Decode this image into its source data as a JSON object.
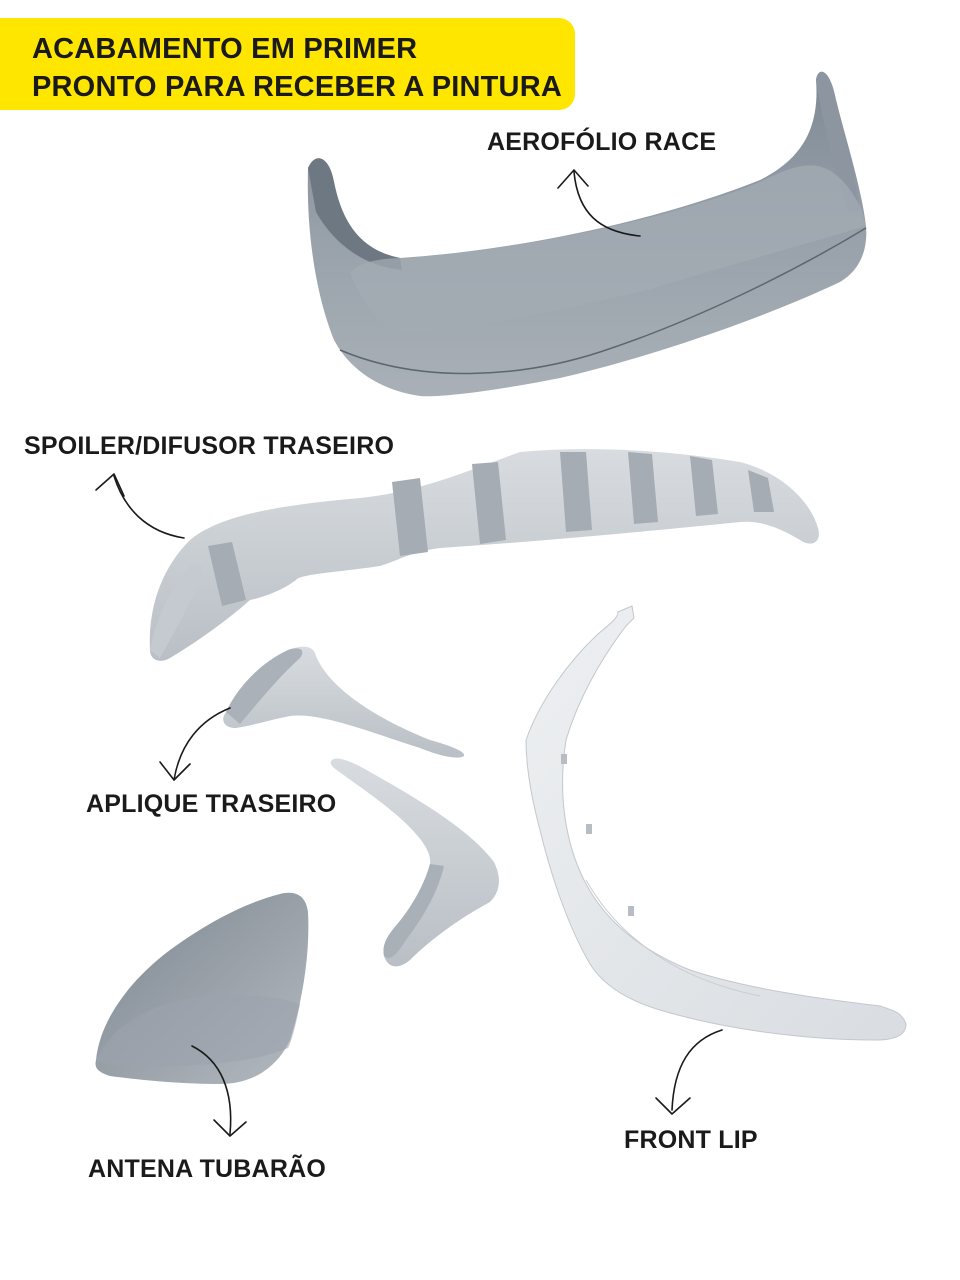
{
  "banner": {
    "line1": "ACABAMENTO EM PRIMER",
    "line2": "PRONTO PARA RECEBER A PINTURA"
  },
  "labels": {
    "aerofolio": "AEROFÓLIO RACE",
    "spoiler": "SPOILER/DIFUSOR TRASEIRO",
    "aplique": "APLIQUE TRASEIRO",
    "front_lip": "FRONT LIP",
    "antena": "ANTENA TUBARÃO"
  },
  "colors": {
    "banner": "#ffe600",
    "text": "#1a1a1a",
    "primer": "#bcc1c6"
  }
}
